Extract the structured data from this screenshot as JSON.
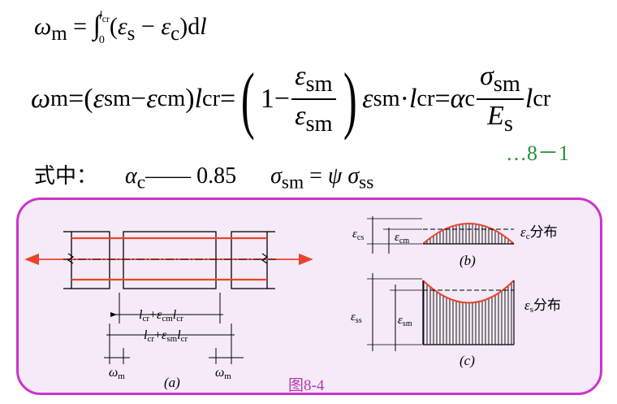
{
  "eq1": {
    "omega": "ω",
    "sub_m": "m",
    "eq": " = ",
    "integral": "∫",
    "upper": "l",
    "upper_sub": "cr",
    "lower": "0",
    "open": "(",
    "eps": "ε",
    "sub_s": "s",
    "minus": " − ",
    "sub_c": "c",
    "close": ")",
    "d": "d",
    "l": "l"
  },
  "eq2": {
    "omega": "ω",
    "sub_m": "m",
    "eq": " = ",
    "open": "(",
    "eps": "ε",
    "sub_sm": "sm",
    "minus": " − ",
    "sub_cm": "cm",
    "close": ")",
    "l": "l",
    "sub_cr": "cr",
    "one": "1",
    "dot": " · ",
    "alpha": "α",
    "sub_c": "c",
    "sigma": "σ",
    "E": "E",
    "sub_s": "s"
  },
  "eq_number": "…8－1",
  "eq3": {
    "label": "式中：",
    "alpha": "α",
    "sub_c": "c",
    "dash": "—— 0.85",
    "sigma": "σ",
    "sub_sm": "sm",
    "eq": " = ",
    "psi": "ψ",
    "sub_ss": "ss"
  },
  "figure": {
    "caption": "图8-4",
    "a_label": "(a)",
    "b_label": "(b)",
    "c_label": "(c)",
    "dim1": {
      "l": "l",
      "cr": "cr",
      "plus": "+",
      "eps": "ε",
      "cm": "cm",
      "l2": "l",
      "cr2": "cr"
    },
    "dim2": {
      "l": "l",
      "cr": "cr",
      "plus": "+",
      "eps": "ε",
      "sm": "sm",
      "l2": "l",
      "cr2": "cr"
    },
    "omega_m": {
      "omega": "ω",
      "m": "m"
    },
    "eps_cs": {
      "eps": "ε",
      "sub": "cs"
    },
    "eps_cm": {
      "eps": "ε",
      "sub": "cm"
    },
    "eps_ss": {
      "eps": "ε",
      "sub": "ss"
    },
    "eps_sm": {
      "eps": "ε",
      "sub": "sm"
    },
    "ec_dist": {
      "eps": "ε",
      "sub": "c",
      "text": "分布"
    },
    "es_dist": {
      "eps": "ε",
      "sub": "s",
      "text": "分布"
    }
  },
  "colors": {
    "panel_border": "#cc33cc",
    "panel_fill": "#f5eaf7",
    "rebar": "#e8452a",
    "caption": "#b03ab0",
    "eq_number": "#2a8f3a"
  }
}
